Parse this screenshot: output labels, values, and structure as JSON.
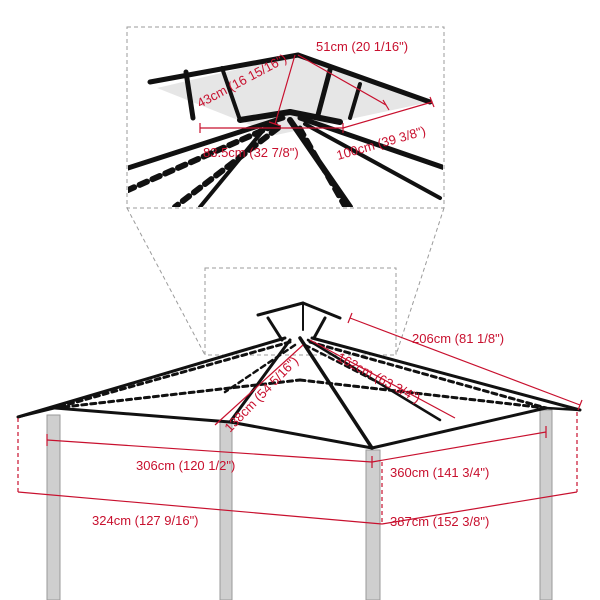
{
  "colors": {
    "dimension": "#c8102e",
    "frame": "#111111",
    "post": "#cfcfcf",
    "canopy_top": "#e6e6e6"
  },
  "detail": {
    "vertical_height": "43cm (16 15/16\")",
    "slant": "51cm (20 1/16\")",
    "top_width": "83.5cm (32 7/8\")",
    "top_depth": "100cm (39 3/8\")"
  },
  "main": {
    "roof_slope_long": "206cm (81 1/8\")",
    "rafter_a": "138cm (54 5/16\")",
    "rafter_b": "162cm (63 3/4\")",
    "inner_width": "306cm (120 1/2\")",
    "inner_depth": "360cm (141 3/4\")",
    "outer_width": "324cm (127 9/16\")",
    "outer_depth": "387cm (152 3/8\")"
  }
}
